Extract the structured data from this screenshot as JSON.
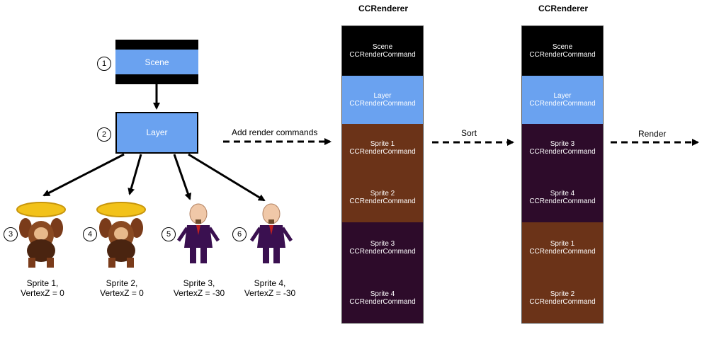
{
  "colors": {
    "scene_bg": "#000000",
    "layer_bg": "#6aa2f0",
    "sprite_brown": "#6b3318",
    "sprite_purple": "#2d0b2a",
    "arrow": "#000000"
  },
  "tree": {
    "scene": {
      "label": "Scene",
      "number": "1"
    },
    "layer": {
      "label": "Layer",
      "number": "2"
    },
    "sprites": [
      {
        "number": "3",
        "name": "Sprite 1,",
        "vertex": "VertexZ = 0",
        "icon": "monkey-banana-icon"
      },
      {
        "number": "4",
        "name": "Sprite 2,",
        "vertex": "VertexZ = 0",
        "icon": "monkey-banana-icon"
      },
      {
        "number": "5",
        "name": "Sprite 3,",
        "vertex": "VertexZ = -30",
        "icon": "bald-man-suit-icon"
      },
      {
        "number": "6",
        "name": "Sprite 4,",
        "vertex": "VertexZ = -30",
        "icon": "bald-man-suit-icon"
      }
    ]
  },
  "flow": {
    "add": "Add render commands",
    "sort": "Sort",
    "render": "Render"
  },
  "renderers": [
    {
      "title": "CCRenderer",
      "commands": [
        {
          "line1": "Scene",
          "line2": "CCRenderCommand",
          "kind": "scene"
        },
        {
          "line1": "Layer",
          "line2": "CCRenderCommand",
          "kind": "layer"
        },
        {
          "line1": "Sprite 1",
          "line2": "CCRenderCommand",
          "kind": "brown"
        },
        {
          "line1": "Sprite 2",
          "line2": "CCRenderCommand",
          "kind": "brown"
        },
        {
          "line1": "Sprite 3",
          "line2": "CCRenderCommand",
          "kind": "purple"
        },
        {
          "line1": "Sprite 4",
          "line2": "CCRenderCommand",
          "kind": "purple"
        }
      ]
    },
    {
      "title": "CCRenderer",
      "commands": [
        {
          "line1": "Scene",
          "line2": "CCRenderCommand",
          "kind": "scene"
        },
        {
          "line1": "Layer",
          "line2": "CCRenderCommand",
          "kind": "layer"
        },
        {
          "line1": "Sprite 3",
          "line2": "CCRenderCommand",
          "kind": "purple"
        },
        {
          "line1": "Sprite 4",
          "line2": "CCRenderCommand",
          "kind": "purple"
        },
        {
          "line1": "Sprite 1",
          "line2": "CCRenderCommand",
          "kind": "brown"
        },
        {
          "line1": "Sprite 2",
          "line2": "CCRenderCommand",
          "kind": "brown"
        }
      ]
    }
  ]
}
